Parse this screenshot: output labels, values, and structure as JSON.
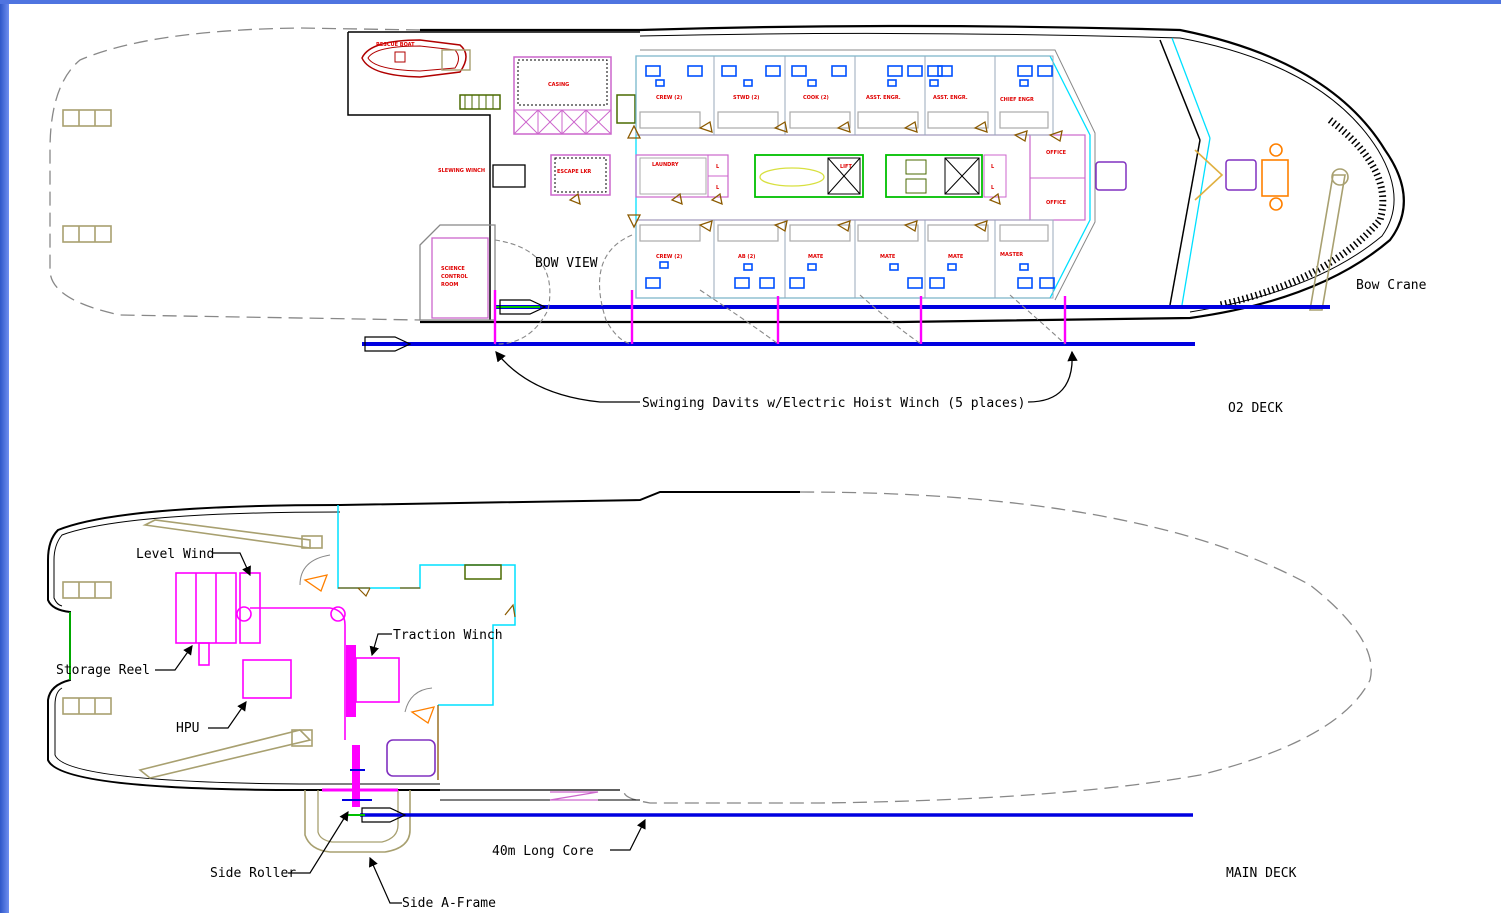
{
  "labels": {
    "bow_view": "BOW VIEW",
    "bow_crane": "Bow Crane",
    "davits": "Swinging Davits w/Electric Hoist Winch (5 places)",
    "o2_deck": "O2 DECK",
    "level_wind": "Level Wind",
    "traction_winch": "Traction Winch",
    "storage_reel": "Storage Reel",
    "hpu": "HPU",
    "long_core": "40m Long Core",
    "side_roller": "Side Roller",
    "side_a_frame": "Side A-Frame",
    "main_deck": "MAIN DECK"
  },
  "rooms": {
    "rescue_boat": "RESCUE BOAT",
    "casing": "CASING",
    "science_control": [
      "SCIENCE",
      "CONTROL",
      "ROOM"
    ],
    "slewing_winch": "SLEWING WINCH",
    "laundry": "LAUNDRY",
    "lift": "LIFT",
    "office": "OFFICE",
    "escape_box": "ESCAPE LKR",
    "top_cabins": [
      "CREW (2)",
      "STWD (2)",
      "COOK (2)",
      "ASST. ENGR.",
      "ASST. ENGR.",
      "CHIEF ENGR"
    ],
    "bottom_cabins": [
      "CREW (2)",
      "AB (2)",
      "MATE",
      "MATE",
      "MATE",
      "MASTER"
    ]
  },
  "colors": {
    "hull": "#000000",
    "magenta": "#ff00ff",
    "cable": "#0000e0",
    "cyan": "#00e0ff",
    "olive": "#a8a070",
    "brown": "#8b5a00",
    "orange": "#ff8000",
    "red": "#e00000"
  }
}
